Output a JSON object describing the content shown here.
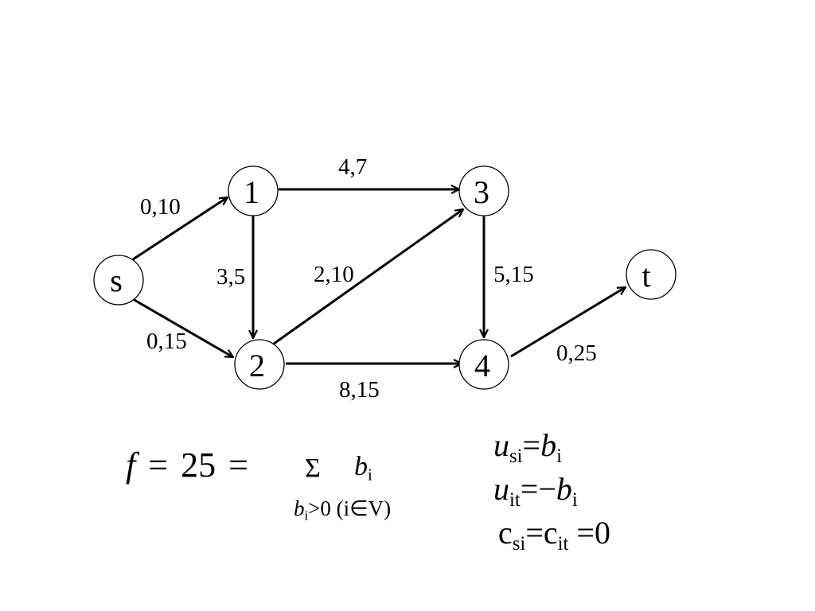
{
  "graph": {
    "nodes": [
      {
        "id": "s",
        "label": "s"
      },
      {
        "id": "1",
        "label": "1"
      },
      {
        "id": "2",
        "label": "2"
      },
      {
        "id": "3",
        "label": "3"
      },
      {
        "id": "4",
        "label": "4"
      },
      {
        "id": "t",
        "label": "t"
      }
    ],
    "edges": [
      {
        "id": "s-1",
        "from": "s",
        "to": "1",
        "label": "0,10"
      },
      {
        "id": "s-2",
        "from": "s",
        "to": "2",
        "label": "0,15"
      },
      {
        "id": "1-3",
        "from": "1",
        "to": "3",
        "label": "4,7"
      },
      {
        "id": "1-2",
        "from": "1",
        "to": "2",
        "label": "3,5"
      },
      {
        "id": "2-3",
        "from": "2",
        "to": "3",
        "label": "2,10"
      },
      {
        "id": "2-4",
        "from": "2",
        "to": "4",
        "label": "8,15"
      },
      {
        "id": "3-4",
        "from": "3",
        "to": "4",
        "label": "5,15"
      },
      {
        "id": "4-t",
        "from": "4",
        "to": "t",
        "label": "0,25"
      }
    ]
  },
  "flow_formula": {
    "f": "f",
    "eq1": "=",
    "value": "25",
    "eq2": "=",
    "sigma": "Σ",
    "b": "b",
    "b_sub": "i",
    "cond_b": "b",
    "cond_sub": "i",
    "cond_rest": ">0 (i∈V)"
  },
  "equations": {
    "line1": {
      "var": "u",
      "sub": "si",
      "eq": "=",
      "rhs": "b",
      "rhs_sub": "i"
    },
    "line2": {
      "var": "u",
      "sub": "it",
      "eq": "=−",
      "rhs": "b",
      "rhs_sub": "i"
    },
    "line3": {
      "c1": "c",
      "sub1": "si",
      "eq1": "=",
      "c2": "c",
      "sub2": "it",
      "eq2": " =0"
    }
  }
}
